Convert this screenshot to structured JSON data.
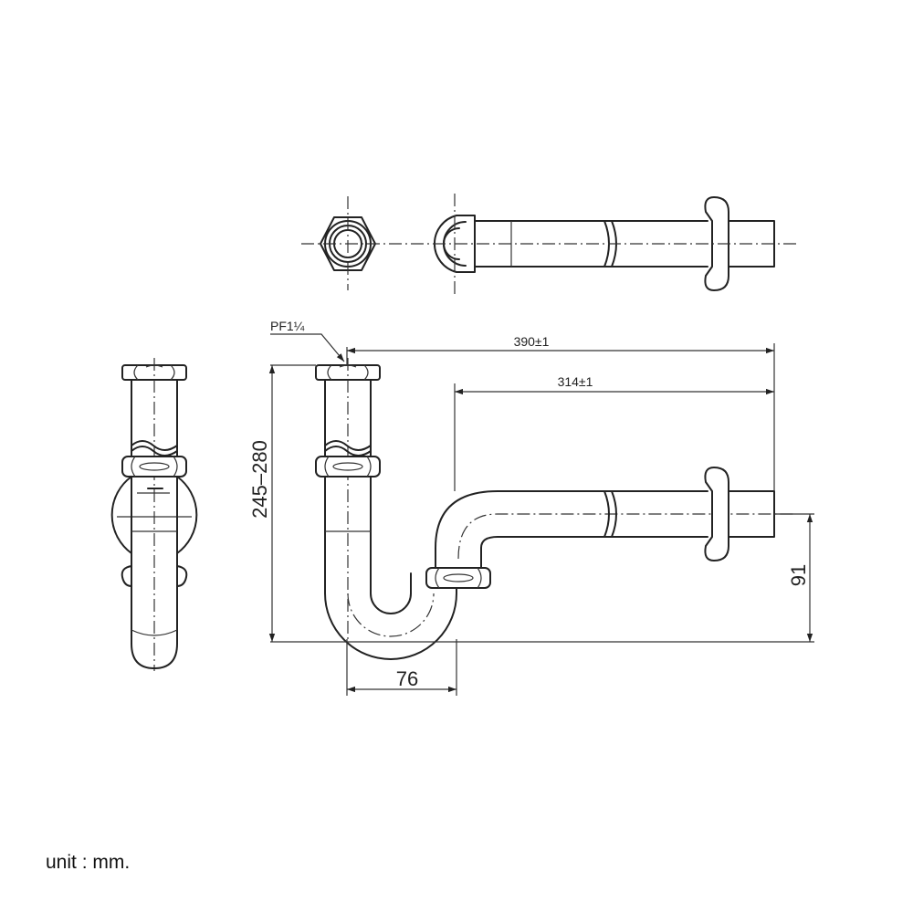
{
  "drawing": {
    "dimensions": {
      "thread_spec": "PF1¼",
      "total_length": "390±1",
      "trap_length": "314±1",
      "height_range": "245–280",
      "outlet_height": "91",
      "trap_width": "76"
    },
    "unit_note": "unit : mm."
  }
}
